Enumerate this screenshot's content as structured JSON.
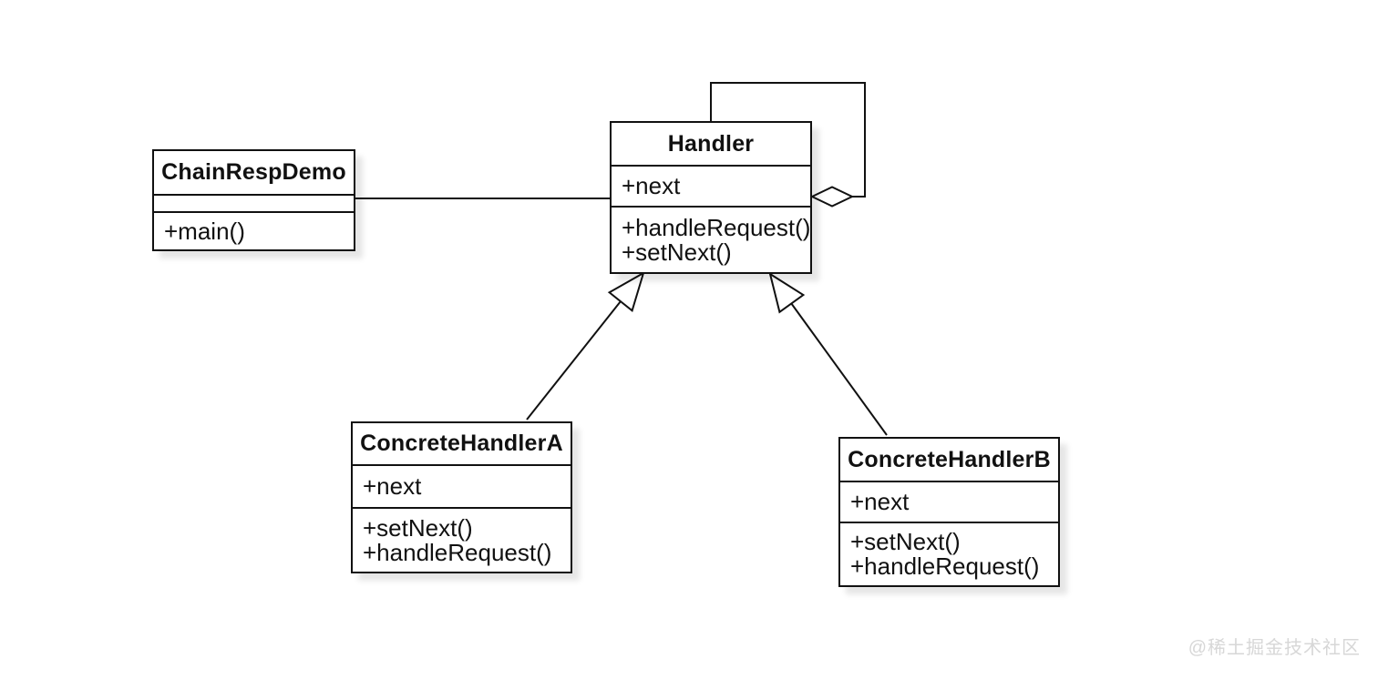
{
  "diagram": {
    "type": "uml-class-diagram",
    "classes": {
      "chain_resp_demo": {
        "name": "ChainRespDemo",
        "attributes": [],
        "methods": [
          "+main()"
        ]
      },
      "handler": {
        "name": "Handler",
        "attributes": [
          "+next"
        ],
        "methods": [
          "+handleRequest()",
          "+setNext()"
        ]
      },
      "concrete_handler_a": {
        "name": "ConcreteHandlerA",
        "attributes": [
          "+next"
        ],
        "methods": [
          "+setNext()",
          "+handleRequest()"
        ]
      },
      "concrete_handler_b": {
        "name": "ConcreteHandlerB",
        "attributes": [
          "+next"
        ],
        "methods": [
          "+setNext()",
          "+handleRequest()"
        ]
      }
    },
    "relationships": [
      {
        "type": "association",
        "from": "ChainRespDemo",
        "to": "Handler"
      },
      {
        "type": "aggregation-self",
        "from": "Handler",
        "to": "Handler"
      },
      {
        "type": "generalization",
        "from": "ConcreteHandlerA",
        "to": "Handler"
      },
      {
        "type": "generalization",
        "from": "ConcreteHandlerB",
        "to": "Handler"
      }
    ]
  },
  "watermark": {
    "text": "@稀土掘金技术社区"
  },
  "colors": {
    "background": "#ffffff",
    "line": "#111111",
    "box_fill": "#ffffff",
    "watermark": "#d7d7d7"
  }
}
